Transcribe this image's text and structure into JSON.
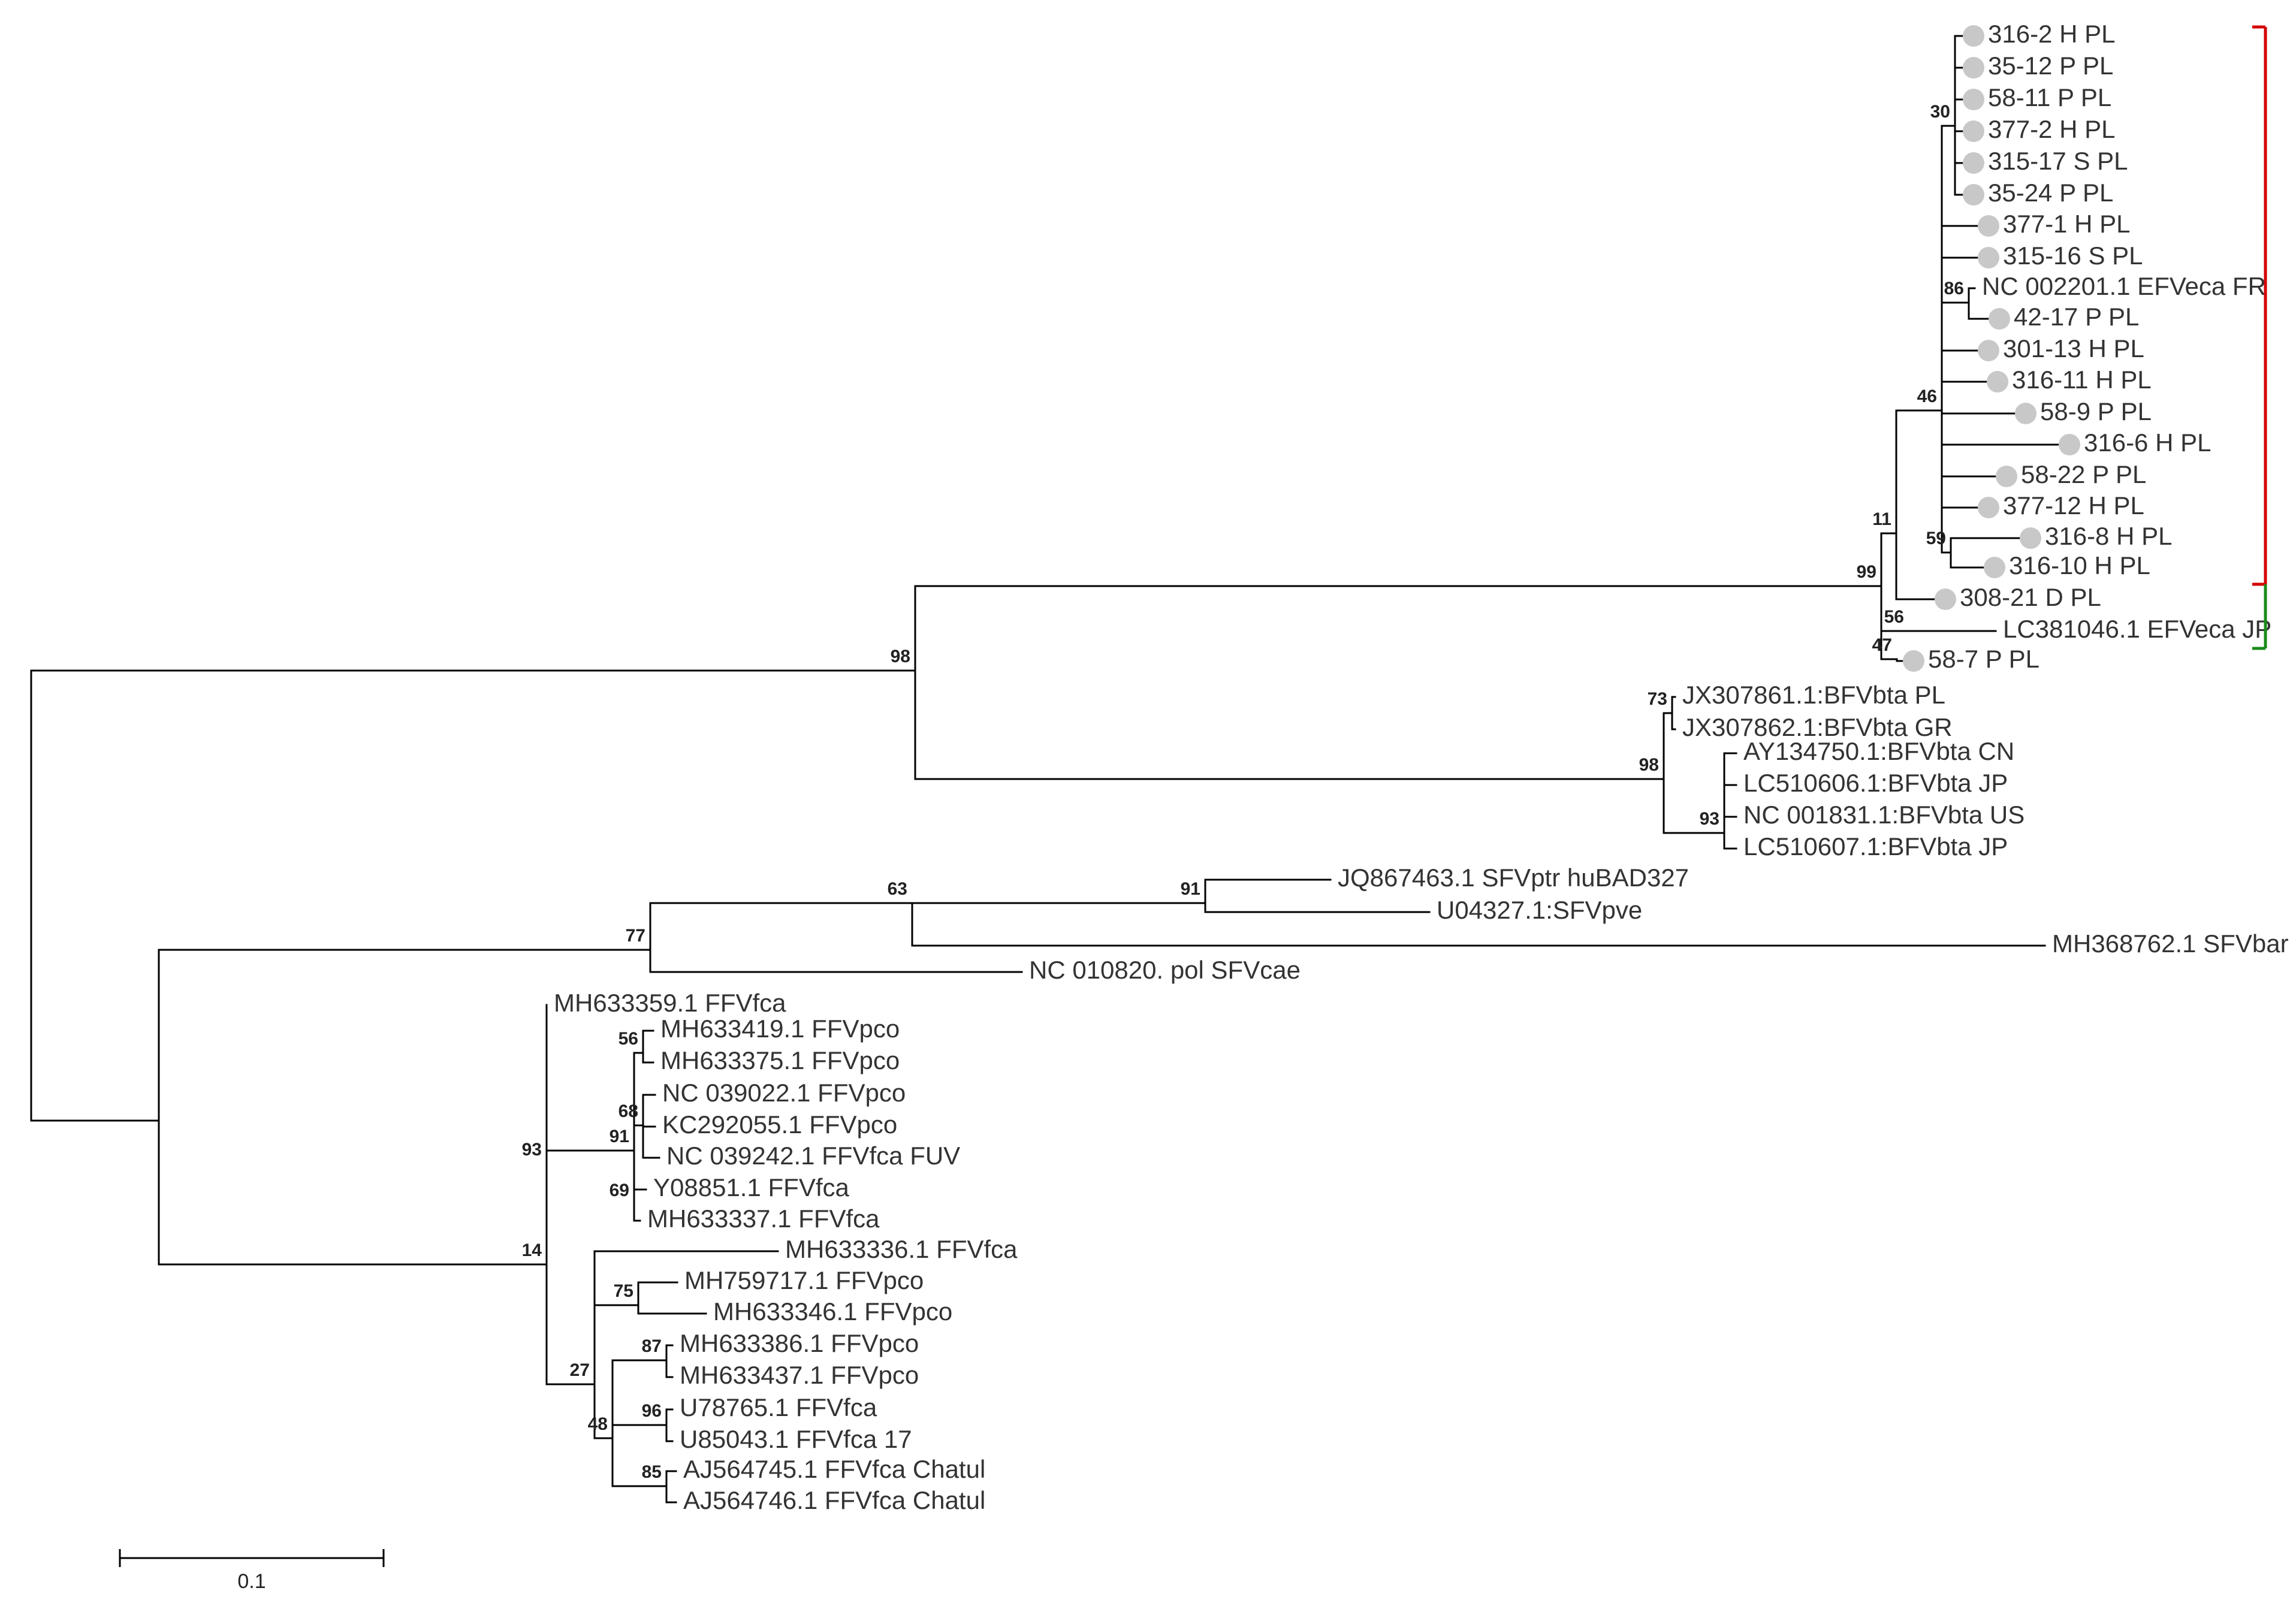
{
  "tree": {
    "name": "root",
    "children": [
      {
        "support": "98",
        "children": [
          {
            "support": "99",
            "children": [
              {
                "support": "11",
                "children": [
                  {
                    "support": "46",
                    "children": [
                      {
                        "support": "30",
                        "children": [
                          {
                            "label": "316-2 H PL",
                            "marked": true
                          },
                          {
                            "label": "35-12 P PL",
                            "marked": true
                          },
                          {
                            "label": "58-11 P PL",
                            "marked": true
                          },
                          {
                            "label": "377-2 H PL",
                            "marked": true
                          },
                          {
                            "label": "315-17 S PL",
                            "marked": true
                          },
                          {
                            "label": "35-24 P PL",
                            "marked": true
                          }
                        ]
                      },
                      {
                        "label": "377-1 H PL",
                        "marked": true
                      },
                      {
                        "label": "315-16 S PL",
                        "marked": true
                      },
                      {
                        "support": "86",
                        "children": [
                          {
                            "label": "NC 002201.1 EFVeca FR"
                          },
                          {
                            "label": "42-17 P PL",
                            "marked": true
                          }
                        ]
                      },
                      {
                        "label": "301-13 H PL",
                        "marked": true
                      },
                      {
                        "label": "316-11 H PL",
                        "marked": true
                      },
                      {
                        "label": "58-9 P PL",
                        "marked": true
                      },
                      {
                        "label": "316-6 H PL",
                        "marked": true
                      },
                      {
                        "label": "58-22 P PL",
                        "marked": true
                      },
                      {
                        "label": "377-12 H PL",
                        "marked": true
                      },
                      {
                        "support": "59",
                        "children": [
                          {
                            "label": "316-8 H PL",
                            "marked": true
                          },
                          {
                            "label": "316-10 H PL",
                            "marked": true
                          }
                        ]
                      }
                    ]
                  },
                  {
                    "label": "308-21 D PL",
                    "marked": true
                  }
                ]
              },
              {
                "support": "56",
                "children": [
                  {
                    "label": "LC381046.1 EFVeca JP"
                  }
                ]
              },
              {
                "support": "47",
                "children": [
                  {
                    "label": "58-7 P PL",
                    "marked": true
                  }
                ]
              }
            ]
          },
          {
            "support": "98",
            "children": [
              {
                "support": "73",
                "children": [
                  {
                    "label": "JX307861.1:BFVbta PL"
                  },
                  {
                    "label": "JX307862.1:BFVbta GR"
                  }
                ]
              },
              {
                "support": "93",
                "children": [
                  {
                    "label": "AY134750.1:BFVbta CN"
                  },
                  {
                    "label": "LC510606.1:BFVbta JP"
                  },
                  {
                    "label": "NC 001831.1:BFVbta US"
                  },
                  {
                    "label": "LC510607.1:BFVbta JP"
                  }
                ]
              }
            ]
          }
        ]
      },
      {
        "children": [
          {
            "support": "77",
            "children": [
              {
                "support": "63",
                "children": [
                  {
                    "support": "91",
                    "children": [
                      {
                        "label": "JQ867463.1 SFVptr huBAD327"
                      },
                      {
                        "label": "U04327.1:SFVpve"
                      }
                    ]
                  },
                  {
                    "label": "MH368762.1 SFVbar"
                  }
                ]
              },
              {
                "label": "NC 010820. pol SFVcae"
              }
            ]
          },
          {
            "support": "14",
            "children": [
              {
                "label": "MH633359.1 FFVfca"
              },
              {
                "support": "93",
                "children": [
                  {
                    "support": "91",
                    "children": [
                      {
                        "support": "56",
                        "children": [
                          {
                            "label": "MH633419.1 FFVpco"
                          },
                          {
                            "label": "MH633375.1 FFVpco"
                          }
                        ]
                      },
                      {
                        "support": "68",
                        "children": [
                          {
                            "label": "NC 039022.1 FFVpco"
                          },
                          {
                            "label": "KC292055.1 FFVpco"
                          },
                          {
                            "label": "NC 039242.1 FFVfca FUV"
                          }
                        ]
                      },
                      {
                        "support": "69",
                        "children": [
                          {
                            "label": "Y08851.1 FFVfca"
                          },
                          {
                            "label": "MH633337.1 FFVfca"
                          }
                        ]
                      }
                    ]
                  },
                  {
                    "support": "27",
                    "children": [
                      {
                        "label": "MH633336.1 FFVfca"
                      },
                      {
                        "support": "75",
                        "children": [
                          {
                            "label": "MH759717.1 FFVpco"
                          },
                          {
                            "label": "MH633346.1 FFVpco"
                          }
                        ]
                      },
                      {
                        "support": "48",
                        "children": [
                          {
                            "support": "87",
                            "children": [
                              {
                                "label": "MH633386.1 FFVpco"
                              },
                              {
                                "label": "MH633437.1 FFVpco"
                              }
                            ]
                          },
                          {
                            "support": "96",
                            "children": [
                              {
                                "label": "U78765.1 FFVfca"
                              },
                              {
                                "label": "U85043.1 FFVfca 17"
                              }
                            ]
                          },
                          {
                            "support": "85",
                            "children": [
                              {
                                "label": "AJ564745.1 FFVfca Chatul"
                              },
                              {
                                "label": "AJ564746.1 FFVfca Chatul"
                              }
                            ]
                          }
                        ]
                      }
                    ]
                  }
                ]
              }
            ]
          }
        ]
      }
    ]
  },
  "scale_bar": {
    "label": "0.1"
  },
  "clade_brackets": [
    {
      "color": "#d40000"
    },
    {
      "color": "#1a8a1a"
    }
  ],
  "marker_color": "#c8c8c8"
}
